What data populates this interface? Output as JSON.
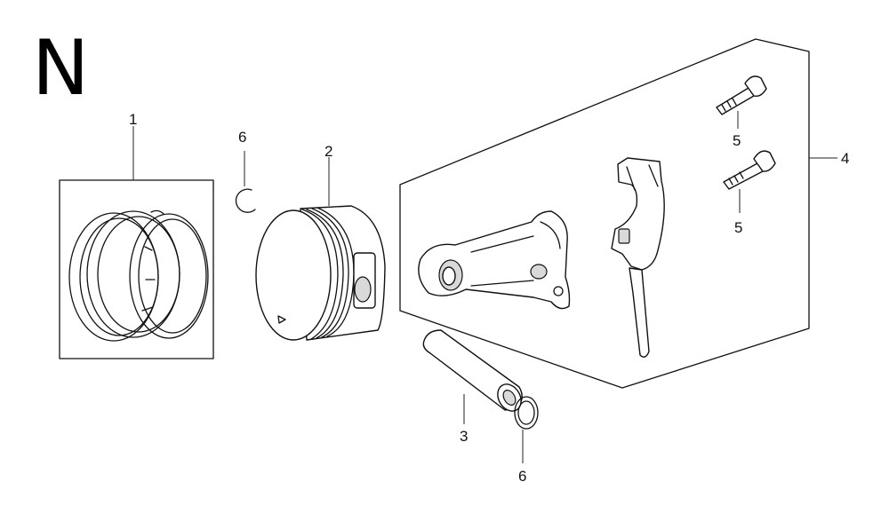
{
  "diagram": {
    "section_letter": "N",
    "callouts": [
      {
        "id": "piston-rings",
        "label": "1"
      },
      {
        "id": "piston",
        "label": "2"
      },
      {
        "id": "piston-pin",
        "label": "3"
      },
      {
        "id": "connecting-rod-set",
        "label": "4"
      },
      {
        "id": "rod-bolt-upper",
        "label": "5"
      },
      {
        "id": "rod-bolt-lower",
        "label": "5"
      },
      {
        "id": "clip-upper",
        "label": "6"
      },
      {
        "id": "clip-lower",
        "label": "6"
      }
    ]
  }
}
